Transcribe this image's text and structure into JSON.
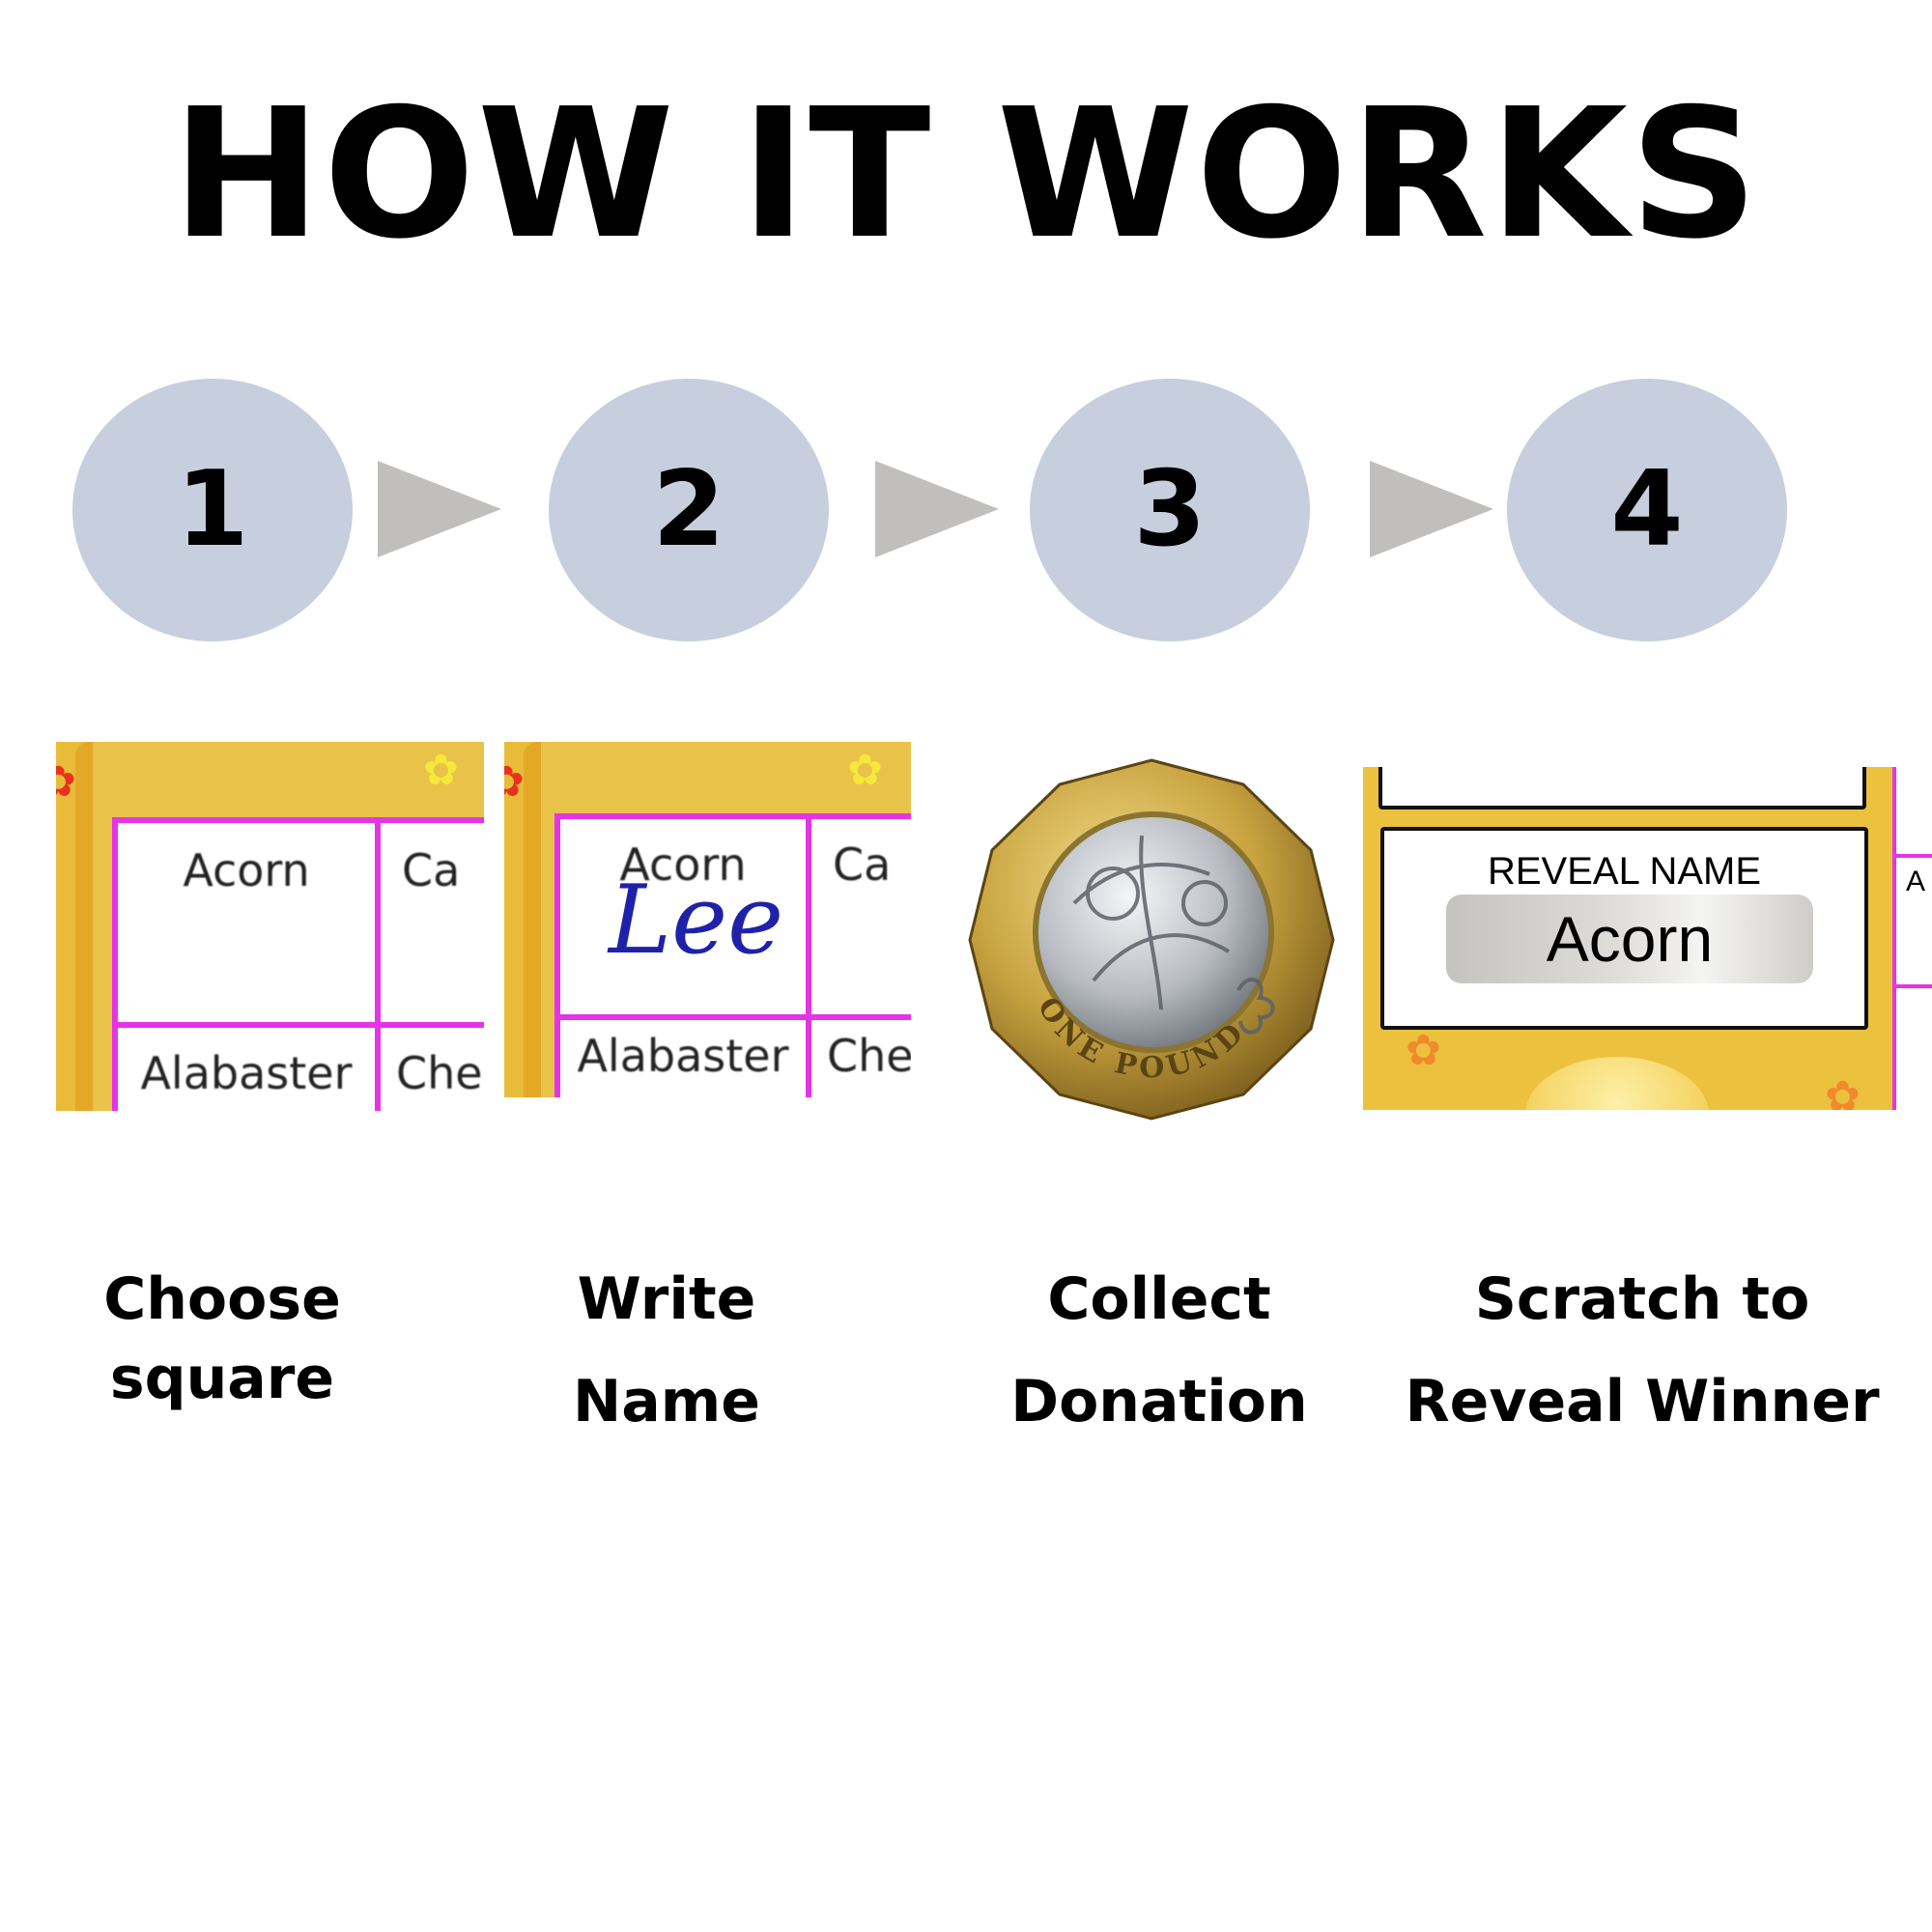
{
  "title": "HOW IT WORKS",
  "steps": [
    {
      "number": "1",
      "label_line1": "Choose",
      "label_line2": "square"
    },
    {
      "number": "2",
      "label_line1": "Write",
      "label_line2": "Name"
    },
    {
      "number": "3",
      "label_line1": "Collect",
      "label_line2": "Donation"
    },
    {
      "number": "4",
      "label_line1": "Scratch to",
      "label_line2": "Reveal Winner"
    }
  ],
  "card1": {
    "cell_a": "Acorn",
    "cell_b": "Ca",
    "cell_c": "Alabaster",
    "cell_d": "Che"
  },
  "card2": {
    "cell_a": "Acorn",
    "cell_b": "Ca",
    "cell_c": "Alabaster",
    "cell_d": "Che",
    "signature": "Lee"
  },
  "coin": {
    "inscription": "ONE POUND"
  },
  "card4": {
    "reveal_title": "REVEAL NAME",
    "reveal_value": "Acorn",
    "side_letter": "A"
  },
  "colors": {
    "circle": "#c7cedd",
    "arrow": "#c0bfbd",
    "card_gold": "#e9c24a",
    "grid_magenta": "#e534e5",
    "signature_blue": "#1f22a8"
  }
}
